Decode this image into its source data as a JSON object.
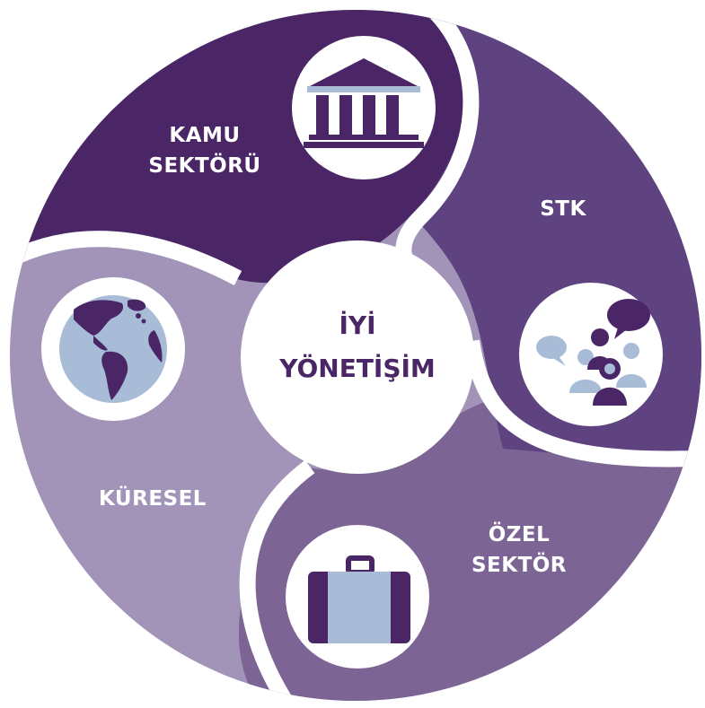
{
  "center": {
    "line1": "İYİ",
    "line2": "YÖNETİŞİM"
  },
  "sectors": {
    "kamu": {
      "line1": "KAMU",
      "line2": "SEKTÖRÜ",
      "color": "#4a2666",
      "icon": "government-building-icon"
    },
    "stk": {
      "line1": "STK",
      "color": "#5e4380",
      "icon": "community-people-icon"
    },
    "ozel": {
      "line1": "ÖZEL",
      "line2": "SEKTÖR",
      "color": "#7c6594",
      "icon": "briefcase-icon"
    },
    "kuresel": {
      "line1": "KÜRESEL",
      "color": "#a294b8",
      "icon": "globe-icon"
    }
  },
  "colors": {
    "light_blue": "#a8bcd8",
    "dark_purple": "#4a2666",
    "white": "#ffffff"
  }
}
